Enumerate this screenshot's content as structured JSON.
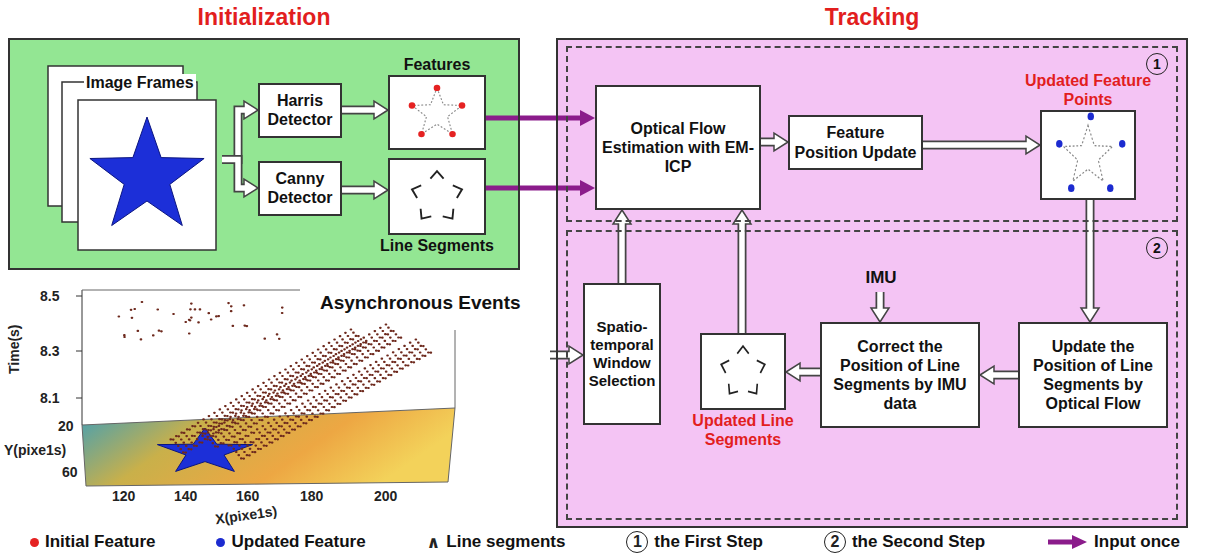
{
  "diagram": {
    "nodes": [
      {
        "text": [
          "Initialization"
        ]
      },
      {
        "text": [
          "Image Frames"
        ],
        "in": 0
      },
      {
        "text": [
          "Harris Detector"
        ],
        "in": 0
      },
      {
        "text": [
          "Canny Detector"
        ],
        "in": 0
      },
      {
        "text": [
          "Features"
        ],
        "in": 0
      },
      {
        "text": [
          "Line Segments"
        ],
        "in": 0
      },
      {
        "text": [
          "Tracking"
        ]
      },
      {
        "text": [
          "1"
        ],
        "in": 6
      },
      {
        "text": [
          "Optical Flow Estimation with EM-ICP"
        ],
        "in": 7
      },
      {
        "text": [
          "Feature Position Update"
        ],
        "in": 7
      },
      {
        "text": [
          "Updated Feature Points"
        ],
        "in": 7
      },
      {
        "text": [
          "2"
        ],
        "in": 6
      },
      {
        "text": [
          "Spatio-temporal Window Selection"
        ],
        "in": 11
      },
      {
        "text": [
          "Updated Line Segments"
        ],
        "in": 11
      },
      {
        "text": [
          "Correct the Position of Line Segments by IMU data"
        ],
        "in": 11
      },
      {
        "text": [
          "Update the Position of Line Segments by Optical Flow"
        ],
        "in": 11
      },
      {
        "text": [
          "IMU"
        ],
        "in": 11
      },
      {
        "text": [
          "Asynchronous Events"
        ]
      }
    ],
    "edges": [
      {
        "from": 1,
        "to": 2,
        "arrow": "to"
      },
      {
        "from": 1,
        "to": 3,
        "arrow": "to"
      },
      {
        "from": 2,
        "to": 4,
        "arrow": "to"
      },
      {
        "from": 3,
        "to": 5,
        "arrow": "to"
      },
      {
        "from": 4,
        "to": 8,
        "arrow": "to"
      },
      {
        "from": 5,
        "to": 8,
        "arrow": "to"
      },
      {
        "from": 8,
        "to": 9,
        "arrow": "to"
      },
      {
        "from": 9,
        "to": 10,
        "arrow": "to"
      },
      {
        "from": 10,
        "to": 15,
        "arrow": "to"
      },
      {
        "from": 15,
        "to": 14,
        "arrow": "to"
      },
      {
        "from": 16,
        "to": 14,
        "arrow": "to"
      },
      {
        "from": 14,
        "to": 13,
        "arrow": "to"
      },
      {
        "from": 13,
        "to": 8,
        "arrow": "to"
      },
      {
        "from": 12,
        "to": 8,
        "arrow": "to"
      },
      {
        "from": 17,
        "to": 12,
        "arrow": "to"
      }
    ],
    "labels": [
      "8.5",
      "8.3",
      "8.1",
      "Time(s)",
      "20",
      "60",
      "Y(pixe1s)",
      "120",
      "140",
      "160",
      "180",
      "200",
      "X(pixe1s)",
      "∧",
      "1",
      "2"
    ],
    "legend": [
      {
        "text": "Initial Feature",
        "color": "#e52222"
      },
      {
        "text": "Updated Feature",
        "color": "#1c2bd0"
      },
      {
        "text": "Line segments"
      },
      {
        "text": "the First Step"
      },
      {
        "text": "the Second Step"
      },
      {
        "text": "Input once"
      }
    ]
  }
}
